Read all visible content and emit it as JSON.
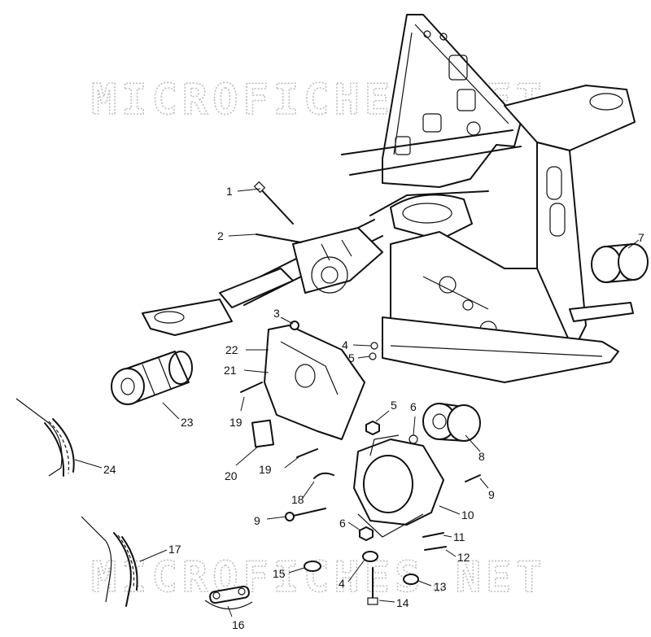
{
  "watermark": {
    "top": "MICROFICHES.NET",
    "bottom": "MICROFICHES.NET"
  },
  "callouts": [
    {
      "id": "c1",
      "label": "1"
    },
    {
      "id": "c2",
      "label": "2"
    },
    {
      "id": "c3",
      "label": "3"
    },
    {
      "id": "c4a",
      "label": "4"
    },
    {
      "id": "c5a",
      "label": "5"
    },
    {
      "id": "c22",
      "label": "22"
    },
    {
      "id": "c21",
      "label": "21"
    },
    {
      "id": "c23",
      "label": "23"
    },
    {
      "id": "c24",
      "label": "24"
    },
    {
      "id": "c19a",
      "label": "19"
    },
    {
      "id": "c20",
      "label": "20"
    },
    {
      "id": "c19b",
      "label": "19"
    },
    {
      "id": "c5b",
      "label": "5"
    },
    {
      "id": "c6a",
      "label": "6"
    },
    {
      "id": "c8",
      "label": "8"
    },
    {
      "id": "c9a",
      "label": "9"
    },
    {
      "id": "c18",
      "label": "18"
    },
    {
      "id": "c9b",
      "label": "9"
    },
    {
      "id": "c10",
      "label": "10"
    },
    {
      "id": "c6b",
      "label": "6"
    },
    {
      "id": "c11",
      "label": "11"
    },
    {
      "id": "c12",
      "label": "12"
    },
    {
      "id": "c17",
      "label": "17"
    },
    {
      "id": "c15",
      "label": "15"
    },
    {
      "id": "c4b",
      "label": "4"
    },
    {
      "id": "c13",
      "label": "13"
    },
    {
      "id": "c14",
      "label": "14"
    },
    {
      "id": "c16",
      "label": "16"
    },
    {
      "id": "c7",
      "label": "7"
    }
  ]
}
